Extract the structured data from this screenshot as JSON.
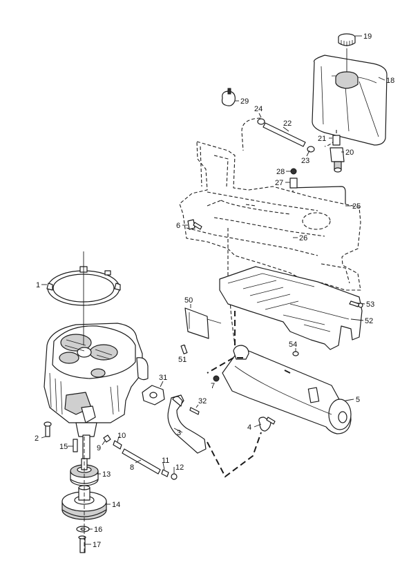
{
  "callouts": {
    "c1": "1",
    "c2": "2",
    "c3": "3",
    "c4": "4",
    "c5": "5",
    "c6": "6",
    "c7": "7",
    "c8": "8",
    "c9": "9",
    "c10": "10",
    "c11": "11",
    "c12": "12",
    "c13": "13",
    "c14": "14",
    "c15": "15",
    "c16": "16",
    "c17": "17",
    "c18": "18",
    "c19": "19",
    "c20": "20",
    "c21": "21",
    "c22": "22",
    "c23": "23",
    "c24": "24",
    "c25": "25",
    "c26": "26",
    "c27": "27",
    "c28": "28",
    "c29": "29",
    "c31": "31",
    "c32": "32",
    "c50": "50",
    "c51": "51",
    "c52": "52",
    "c53": "53",
    "c54": "54"
  }
}
